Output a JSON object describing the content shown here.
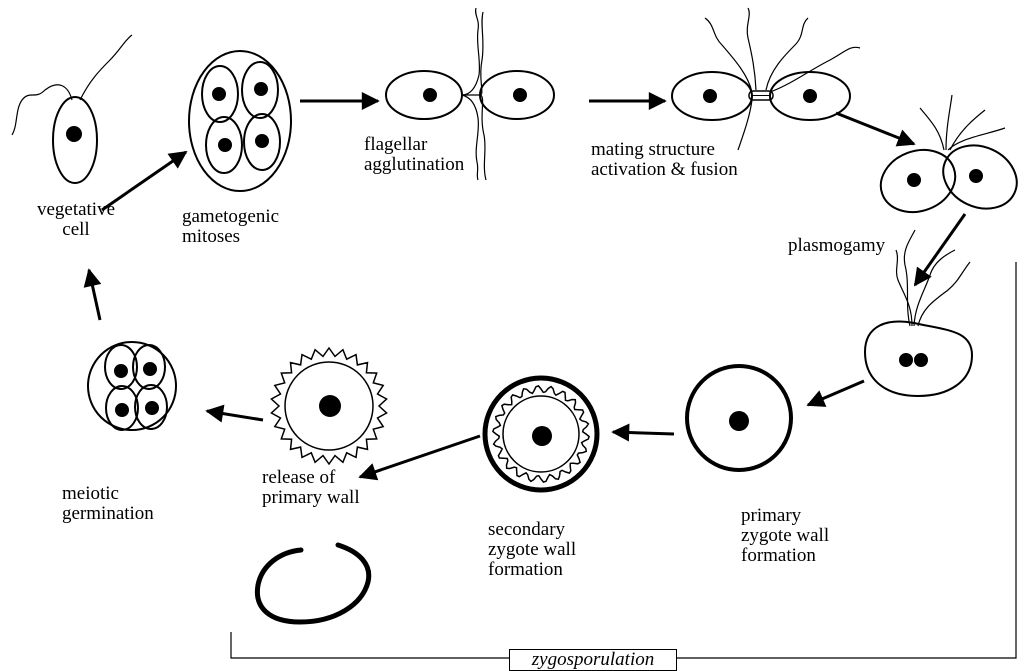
{
  "labels": {
    "vegetative": [
      "vegetative",
      "cell"
    ],
    "gametogenic": [
      "gametogenic",
      "mitoses"
    ],
    "flagellar": [
      "flagellar",
      "agglutination"
    ],
    "mating": [
      "mating structure",
      "activation & fusion"
    ],
    "plasmogamy": [
      "plasmogamy"
    ],
    "primary_wall": [
      "primary",
      "zygote wall",
      "formation"
    ],
    "secondary_wall": [
      "secondary",
      "zygote wall",
      "formation"
    ],
    "release": [
      "release of",
      "primary wall"
    ],
    "meiotic": [
      "meiotic",
      "germination"
    ]
  },
  "bracket_label": "zygosporulation"
}
